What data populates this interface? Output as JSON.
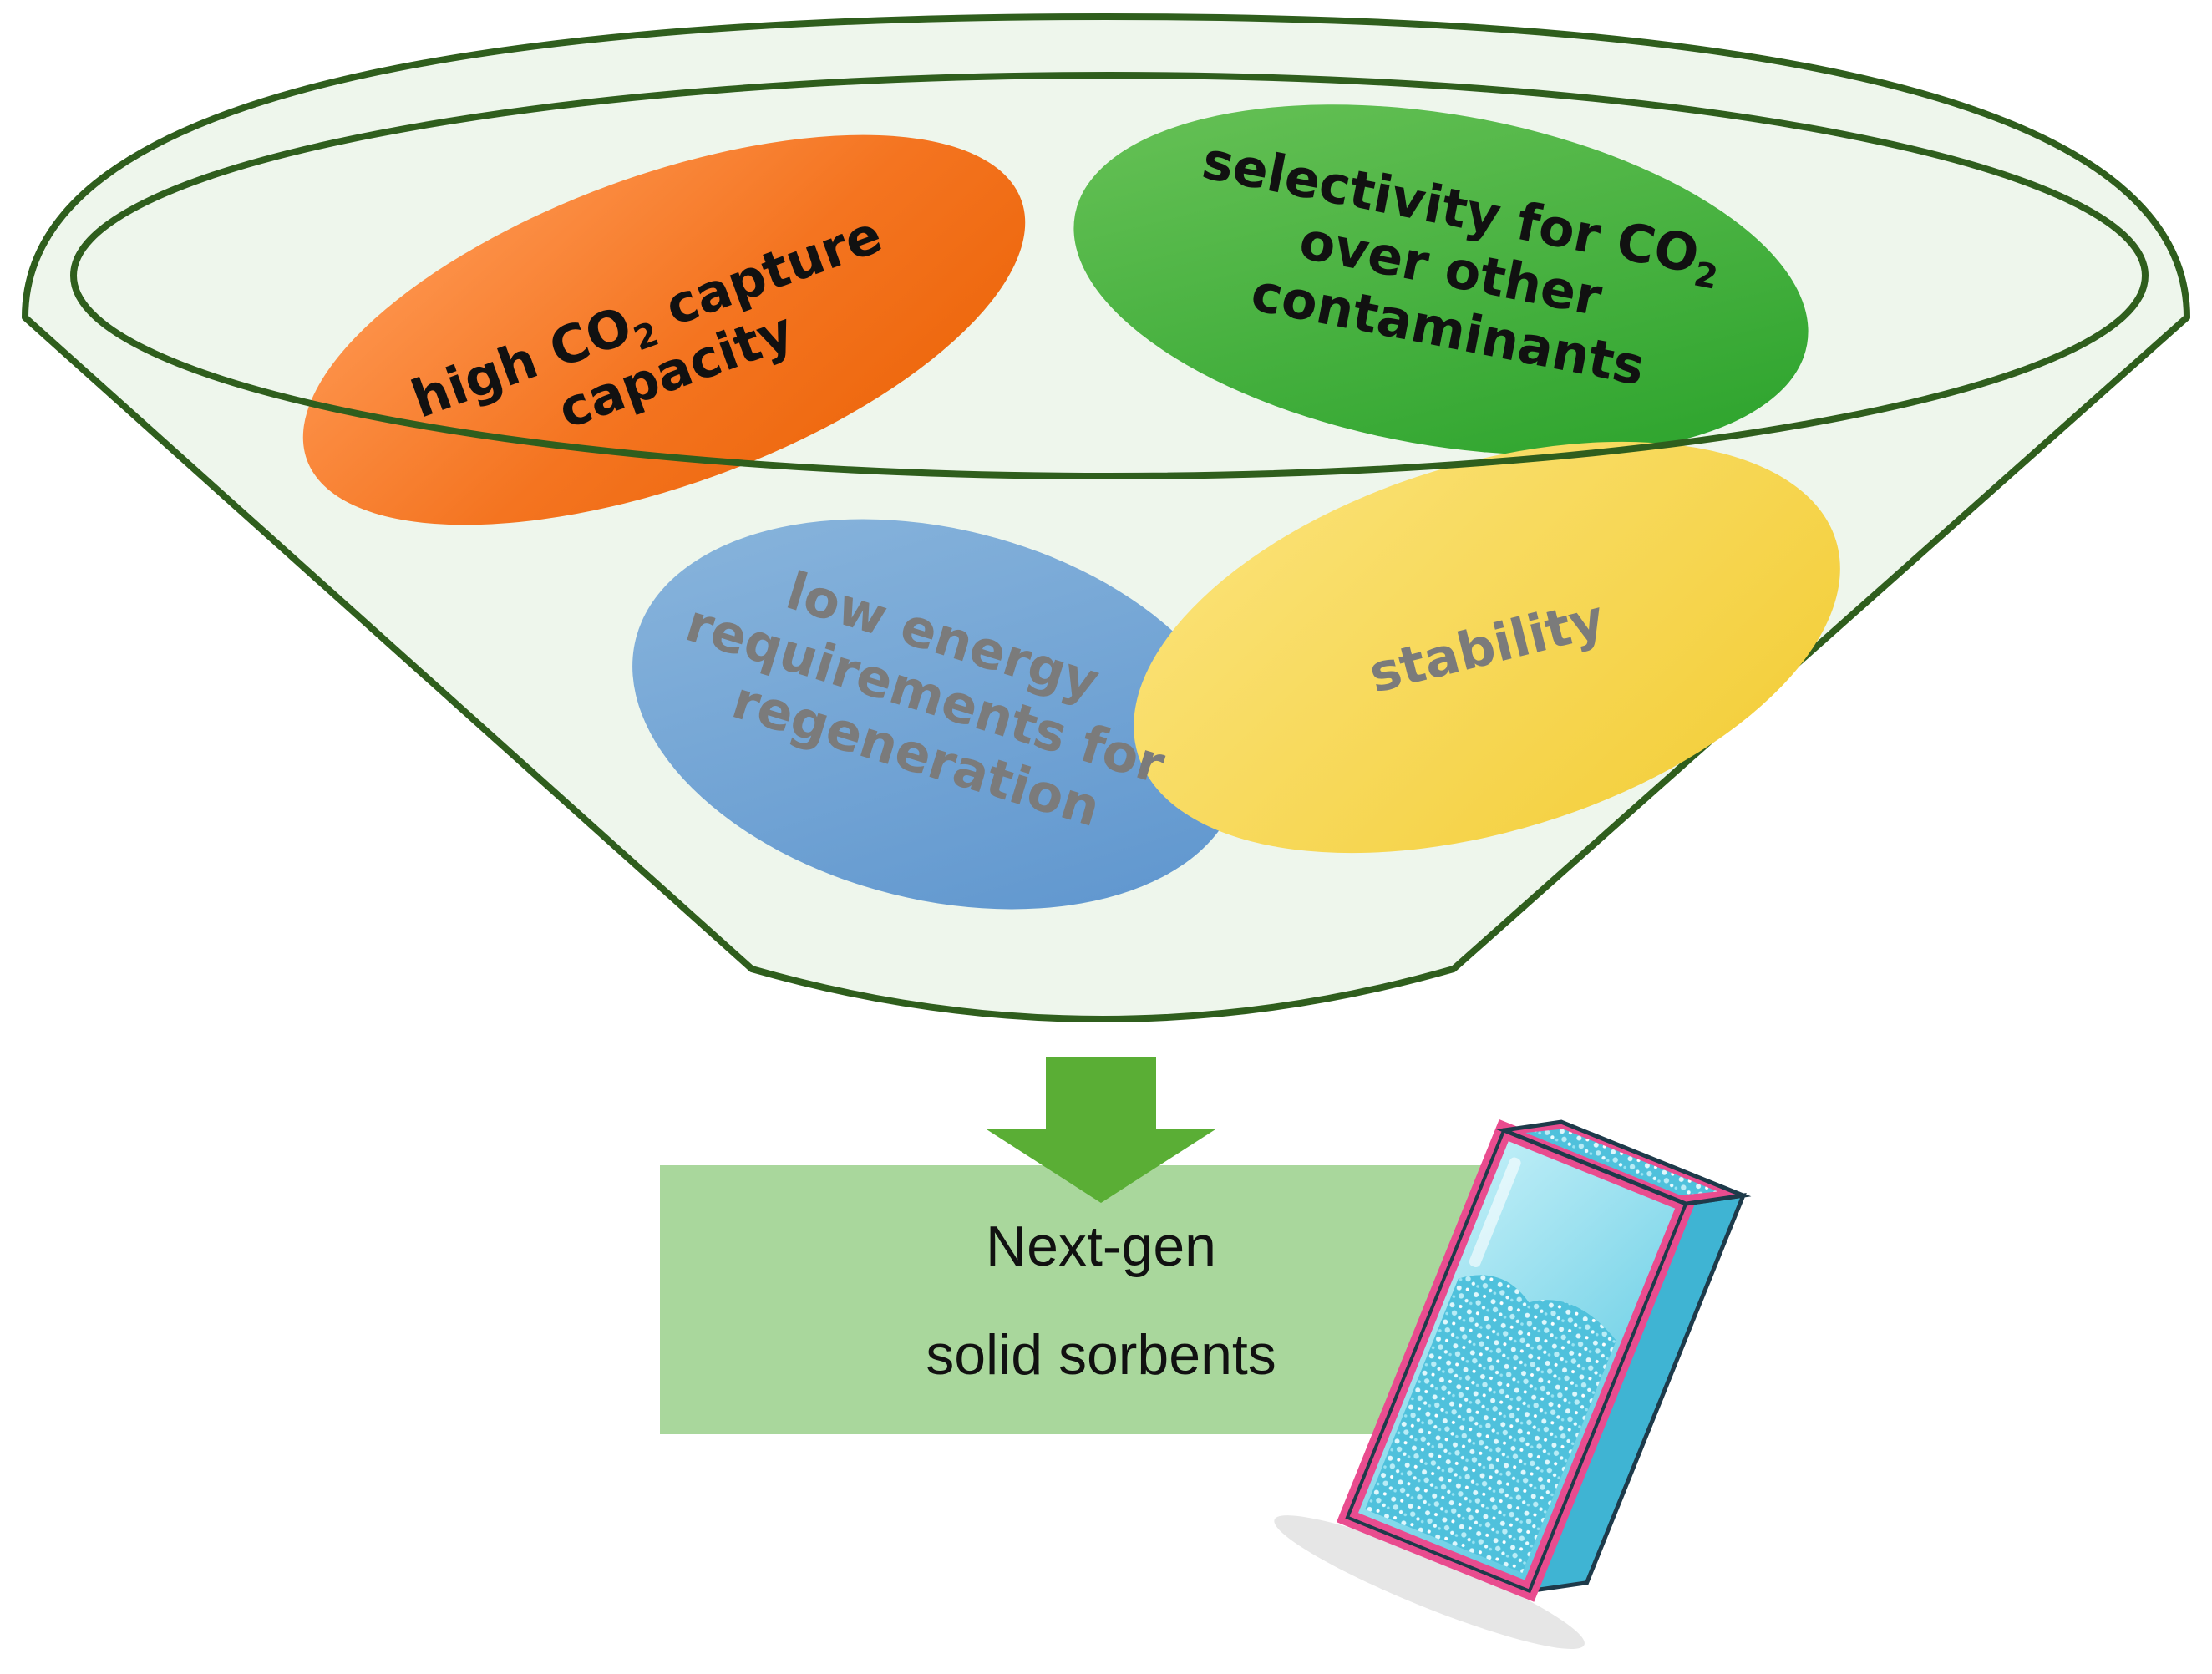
{
  "criteria": {
    "capacity": {
      "line1_pre": "high CO",
      "line1_sub": "2",
      "line1_post": " capture",
      "line2": "capacity"
    },
    "selectivity": {
      "line1_pre": "selectivity for CO",
      "line1_sub": "2",
      "line2": "over other",
      "line3": "contaminants"
    },
    "regeneration": {
      "line1": "low energy",
      "line2": "requirements for",
      "line3": "regeneration"
    },
    "stability": {
      "line1": "stability"
    }
  },
  "output": {
    "line1": "Next-gen",
    "line2": "solid sorbents"
  },
  "colors": {
    "funnel_outline": "#2f5e1d",
    "funnel_fill": "#eef6ec",
    "orange": "#f47420",
    "green": "#3aa935",
    "blue": "#6b9fd0",
    "yellow": "#f7d548",
    "arrow": "#5aae35",
    "output_box": "#a9d79c",
    "vial_cyan": "#7fd8ea",
    "vial_pink": "#e94c8f"
  }
}
